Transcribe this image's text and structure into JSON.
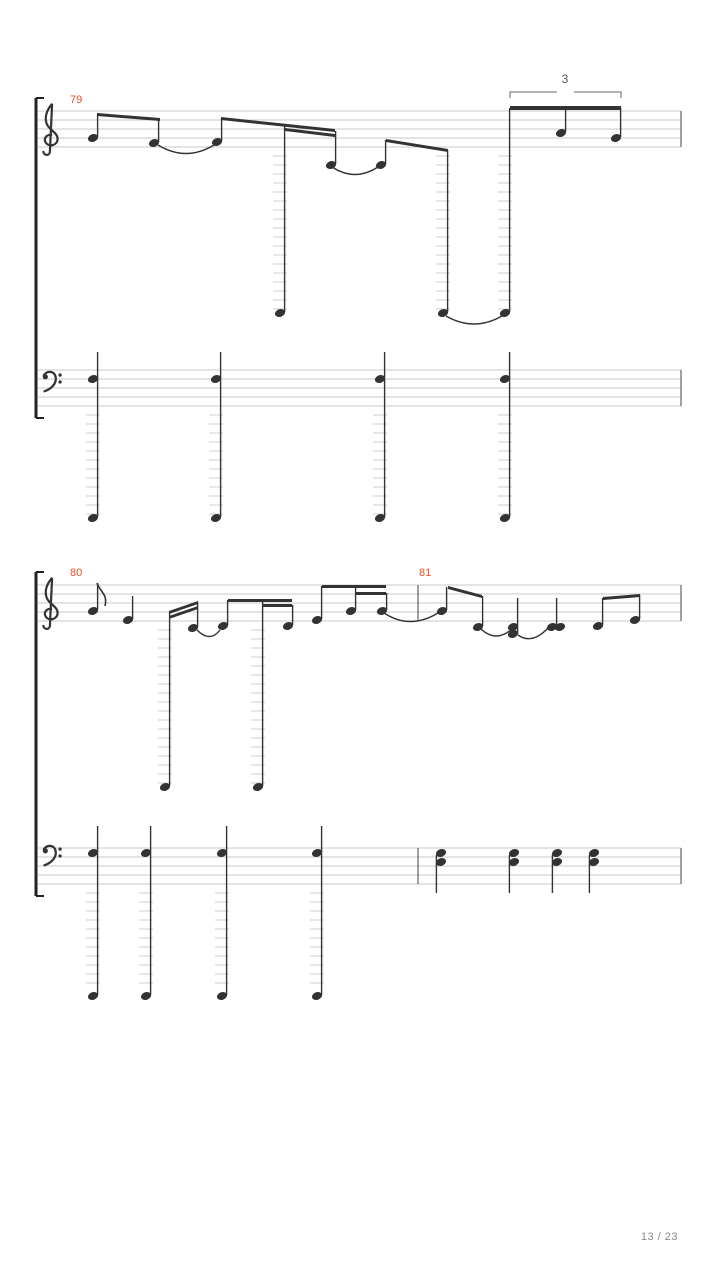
{
  "systems": [
    {
      "measures": [
        {
          "number": "79"
        }
      ],
      "tuplet": "3"
    },
    {
      "measures": [
        {
          "number": "80"
        },
        {
          "number": "81"
        }
      ]
    }
  ],
  "clefs": {
    "treble": "treble-clef-icon",
    "bass": "bass-clef-icon"
  },
  "page_counter": "13 / 23",
  "colors": {
    "ink": "#333333",
    "staff_line": "#c8c8c8",
    "ledger": "#cfcfcf",
    "measure_number": "#e8502a"
  }
}
